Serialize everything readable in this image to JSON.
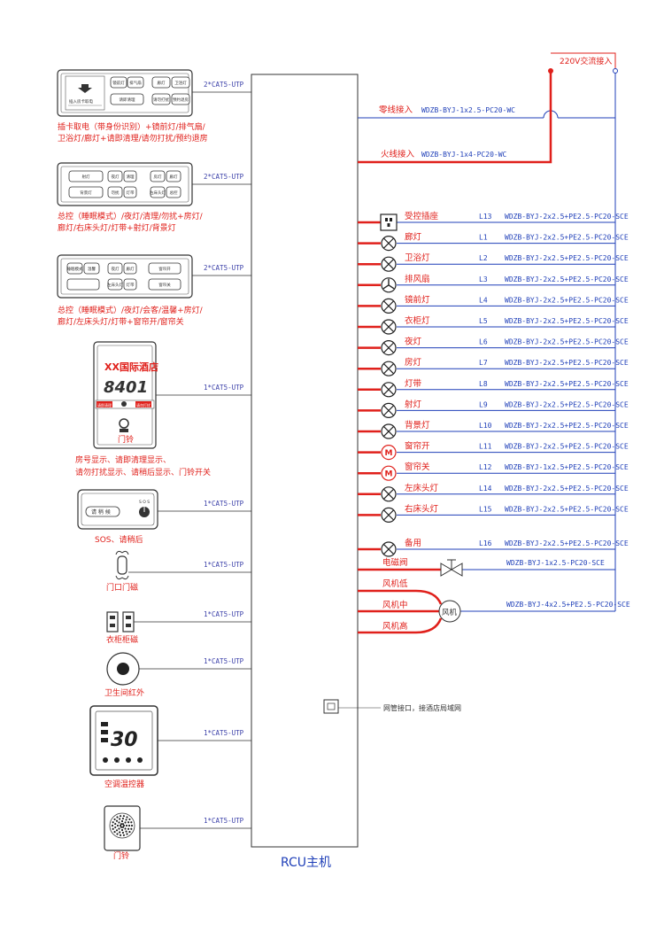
{
  "rcu_label": "RCU主机",
  "power": {
    "ac_label": "220V交流接入",
    "neutral_label": "零线接入",
    "neutral_wire": "WDZB-BYJ-1x2.5-PC20-WC",
    "live_label": "火线接入",
    "live_wire": "WDZB-BYJ-1x4-PC20-WC"
  },
  "devices": [
    {
      "desc_lines": [
        "插卡取电（带身份识别）+镜前灯/排气扇/",
        "卫浴灯/廊灯+请即清理/请勿打扰/预约退房"
      ],
      "cable": "2*CAT5-UTP",
      "card_title": "插入房卡取电",
      "keys": [
        "镜前灯",
        "排气扇",
        "廊灯",
        "卫浴灯",
        "请即清理",
        "请勿打扰",
        "预约退房"
      ]
    },
    {
      "desc_lines": [
        "总控（睡眠模式）/夜灯/清理/勿扰+房灯/",
        "廊灯/右床头灯/灯带+射灯/背景灯"
      ],
      "cable": "2*CAT5-UTP",
      "keys": [
        "射灯",
        "背景灯",
        "夜灯",
        "清理",
        "勿扰",
        "灯带",
        "房灯",
        "廊灯",
        "右床头灯",
        "总控"
      ]
    },
    {
      "desc_lines": [
        "总控（睡眠模式）/夜灯/会客/温馨+房灯/",
        "廊灯/左床头灯/灯带+窗帘开/窗帘关"
      ],
      "cable": "2*CAT5-UTP",
      "keys": [
        "睡眠模式",
        "温馨",
        "夜灯",
        "廊灯",
        "窗帘开",
        "左床头灯",
        "灯带",
        "窗帘关"
      ]
    },
    {
      "desc_lines": [
        "房号显示、请即清理显示、",
        "请勿打扰显示、请稍后显示、门铃开关"
      ],
      "cable": "1*CAT5-UTP",
      "hotel": "XX国际酒店",
      "room": "8401",
      "bell": "门铃",
      "keys": [
        "请即清理",
        "请勿打扰"
      ]
    },
    {
      "desc_lines": [
        "SOS、请稍后"
      ],
      "cable": "1*CAT5-UTP",
      "key": "请 稍 候",
      "sos": "S O S"
    },
    {
      "desc_lines": [
        "门口门磁"
      ],
      "cable": "1*CAT5-UTP"
    },
    {
      "desc_lines": [
        "衣柜柜磁"
      ],
      "cable": "1*CAT5-UTP"
    },
    {
      "desc_lines": [
        "卫生间红外"
      ],
      "cable": "1*CAT5-UTP"
    },
    {
      "desc_lines": [
        "空调温控器"
      ],
      "cable": "1*CAT5-UTP",
      "temp": "30"
    },
    {
      "desc_lines": [
        "门铃"
      ],
      "cable": "1*CAT5-UTP"
    }
  ],
  "loads": [
    {
      "name": "受控插座",
      "code": "L13",
      "wire": "WDZB-BYJ-2x2.5+PE2.5-PC20-SCE",
      "icon": "socket"
    },
    {
      "name": "廊灯",
      "code": "L1",
      "wire": "WDZB-BYJ-2x2.5+PE2.5-PC20-SCE",
      "icon": "lamp"
    },
    {
      "name": "卫浴灯",
      "code": "L2",
      "wire": "WDZB-BYJ-2x2.5+PE2.5-PC20-SCE",
      "icon": "lamp"
    },
    {
      "name": "排风扇",
      "code": "L3",
      "wire": "WDZB-BYJ-2x2.5+PE2.5-PC20-SCE",
      "icon": "fan"
    },
    {
      "name": "镜前灯",
      "code": "L4",
      "wire": "WDZB-BYJ-2x2.5+PE2.5-PC20-SCE",
      "icon": "lamp"
    },
    {
      "name": "衣柜灯",
      "code": "L5",
      "wire": "WDZB-BYJ-2x2.5+PE2.5-PC20-SCE",
      "icon": "lamp"
    },
    {
      "name": "夜灯",
      "code": "L6",
      "wire": "WDZB-BYJ-2x2.5+PE2.5-PC20-SCE",
      "icon": "lamp"
    },
    {
      "name": "房灯",
      "code": "L7",
      "wire": "WDZB-BYJ-2x2.5+PE2.5-PC20-SCE",
      "icon": "lamp"
    },
    {
      "name": "灯带",
      "code": "L8",
      "wire": "WDZB-BYJ-2x2.5+PE2.5-PC20-SCE",
      "icon": "lamp"
    },
    {
      "name": "射灯",
      "code": "L9",
      "wire": "WDZB-BYJ-2x2.5+PE2.5-PC20-SCE",
      "icon": "lamp"
    },
    {
      "name": "背景灯",
      "code": "L10",
      "wire": "WDZB-BYJ-2x2.5+PE2.5-PC20-SCE",
      "icon": "lamp"
    },
    {
      "name": "窗帘开",
      "code": "L11",
      "wire": "WDZB-BYJ-2x2.5+PE2.5-PC20-SCE",
      "icon": "motor"
    },
    {
      "name": "窗帘关",
      "code": "L12",
      "wire": "WDZB-BYJ-1x2.5+PE2.5-PC20-SCE",
      "icon": "motor"
    },
    {
      "name": "左床头灯",
      "code": "L14",
      "wire": "WDZB-BYJ-2x2.5+PE2.5-PC20-SCE",
      "icon": "lamp"
    },
    {
      "name": "右床头灯",
      "code": "L15",
      "wire": "WDZB-BYJ-2x2.5+PE2.5-PC20-SCE",
      "icon": "lamp"
    },
    {
      "name": "备用",
      "code": "L16",
      "wire": "WDZB-BYJ-2x2.5+PE2.5-PC20-SCE",
      "icon": "lamp"
    }
  ],
  "valve": {
    "name": "电磁阀",
    "wire": "WDZB-BYJ-1x2.5-PC20-SCE"
  },
  "fan_coil": {
    "speeds": [
      "风机低",
      "风机中",
      "风机高"
    ],
    "label": "风机",
    "wire": "WDZB-BYJ-4x2.5+PE2.5-PC20-SCE"
  },
  "network": {
    "label": "网管接口，接酒店局域网"
  }
}
